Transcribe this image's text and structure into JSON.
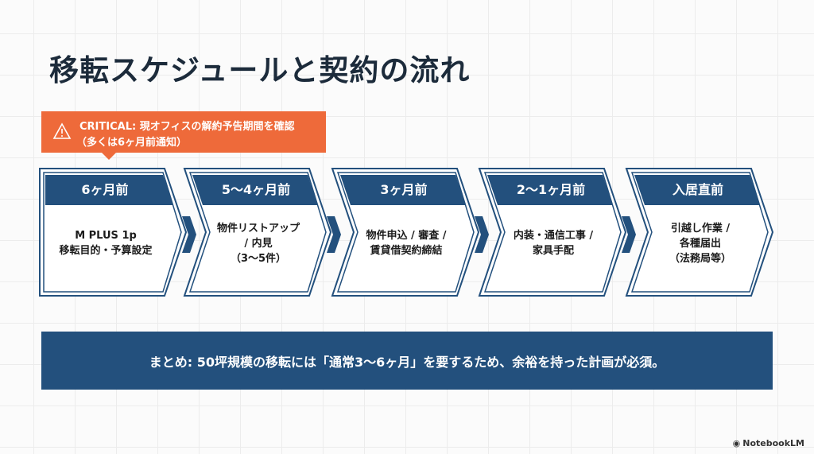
{
  "title": "移転スケジュールと契約の流れ",
  "callout": {
    "line1": "CRITICAL: 現オフィスの解約予告期間を確認",
    "line2": "（多くは6ヶ月前通知）",
    "icon": "warning-icon"
  },
  "steps": [
    {
      "header": "6ヶ月前",
      "lines": [
        "M PLUS 1p",
        "移転目的・予算設定"
      ]
    },
    {
      "header": "5〜4ヶ月前",
      "lines": [
        "物件リストアップ",
        "/ 内見",
        "（3〜5件）"
      ]
    },
    {
      "header": "3ヶ月前",
      "lines": [
        "物件申込 / 審査 /",
        "賃貸借契約締結"
      ]
    },
    {
      "header": "2〜1ヶ月前",
      "lines": [
        "内装・通信工事 /",
        "家具手配"
      ]
    },
    {
      "header": "入居直前",
      "lines": [
        "引越し作業 /",
        "各種届出",
        "（法務局等）"
      ]
    }
  ],
  "summary": "まとめ: 50坪規模の移転には「通常3〜6ヶ月」を要するため、余裕を持った計画が必須。",
  "logo": "NotebookLM",
  "colors": {
    "navy": "#23507d",
    "orange": "#ee6a3a",
    "title": "#1c2b3b"
  }
}
